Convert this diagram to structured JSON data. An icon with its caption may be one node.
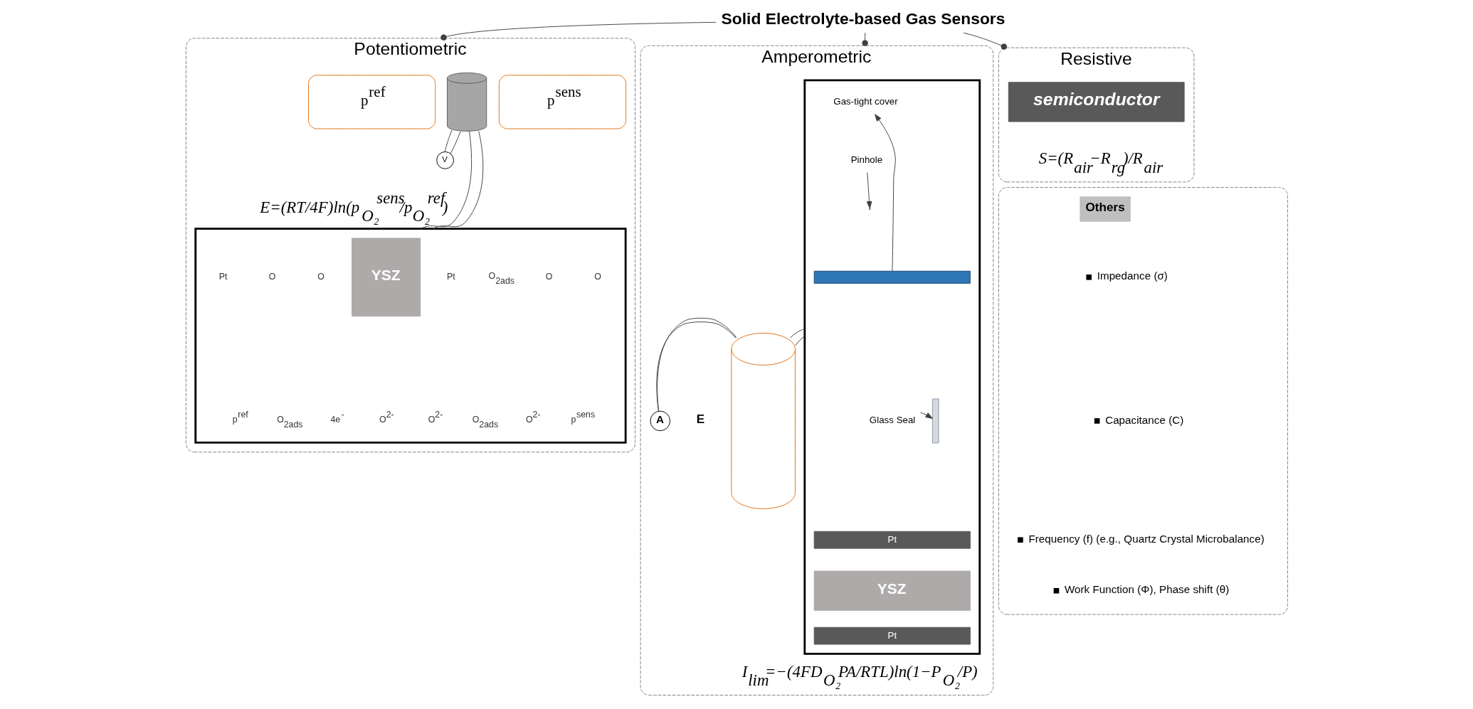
{
  "diagram": {
    "nodes": [
      {
        "text": [
          "Solid Electrolyte-based Gas Sensors"
        ]
      },
      {
        "text": [
          "Potentiometric"
        ]
      },
      {
        "text": [
          "Amperometric"
        ]
      },
      {
        "text": [
          "Resistive"
        ]
      },
      {
        "text": [],
        "shape": "box"
      },
      {
        "text": [
          "Others"
        ],
        "in": 4
      },
      {
        "text": [
          "p$^{ref}$"
        ],
        "in": 1
      },
      {
        "text": [],
        "shape": "cylinder",
        "in": 1
      },
      {
        "text": [
          "p$^{sens}$"
        ],
        "in": 1
      },
      {
        "text": [
          "V"
        ],
        "in": 1
      },
      {
        "text": [],
        "shape": "box",
        "in": 1
      },
      {
        "text": [
          "YSZ"
        ],
        "in": 10
      },
      {
        "text": [],
        "shape": "box",
        "in": 2
      },
      {
        "text": [
          "Gas-tight cover"
        ],
        "in": 12
      },
      {
        "text": [],
        "shape": "bar",
        "in": 12
      },
      {
        "text": [
          "Pinhole"
        ],
        "in": 12
      },
      {
        "text": [
          "Glass Seal"
        ],
        "in": 12
      },
      {
        "text": [],
        "shape": "bar",
        "in": 12
      },
      {
        "text": [
          "Pt"
        ],
        "in": 12
      },
      {
        "text": [
          "YSZ"
        ],
        "in": 12
      },
      {
        "text": [
          "Pt"
        ],
        "in": 12
      },
      {
        "text": [],
        "shape": "cylinder",
        "in": 2
      },
      {
        "text": [
          "A"
        ],
        "in": 2
      },
      {
        "text": [
          "semiconductor"
        ],
        "in": 3
      }
    ],
    "edges": [
      {
        "from": 0,
        "to": 1,
        "arrow": "other"
      },
      {
        "from": 0,
        "to": 2,
        "arrow": "other"
      },
      {
        "from": 0,
        "to": 3,
        "arrow": "other"
      },
      {
        "from": 7,
        "to": 9,
        "arrow": "none"
      },
      {
        "from": 9,
        "to": 7,
        "arrow": "none"
      },
      {
        "from": 7,
        "to": 10,
        "arrow": "none"
      },
      {
        "from": 7,
        "to": 10,
        "arrow": "none"
      },
      {
        "from": 14,
        "to": 13,
        "arrow": "to"
      },
      {
        "from": 15,
        "to": null,
        "arrow": "to"
      },
      {
        "from": 16,
        "to": 17,
        "arrow": "to"
      },
      {
        "from": 21,
        "to": 22,
        "arrow": "none"
      },
      {
        "from": 22,
        "to": 21,
        "arrow": "none"
      },
      {
        "from": 21,
        "to": 12,
        "arrow": "none"
      },
      {
        "from": 21,
        "to": 12,
        "arrow": "none"
      }
    ],
    "labels": [
      "E=(RT/4F)ln(p$_{O₂}$$^{sens}$/p$_{O₂}$$^{ref}$)",
      "Pt",
      "O",
      "O",
      "Pt",
      "O$_{2ads}$",
      "O",
      "O",
      "p$^{ref}$",
      "O$_{2ads}$",
      "4e$^{-}$",
      "O$^{2-}$",
      "O$^{2-}$",
      "O$_{2ads}$",
      "O$^{2-}$",
      "p$^{sens}$",
      "E",
      "I$_{lim}$=−(4FD$_{O₂}$PA/RTL)ln(1−P$_{O₂}$/P)",
      "S=(R$_{air}$−R$_{rg}$)/R$_{air}$",
      "Impedance (σ)",
      "Capacitance (C)",
      "Frequency (f) (e.g., Quartz Crystal Microbalance)",
      "Work Function (Φ), Phase shift (θ)"
    ]
  }
}
